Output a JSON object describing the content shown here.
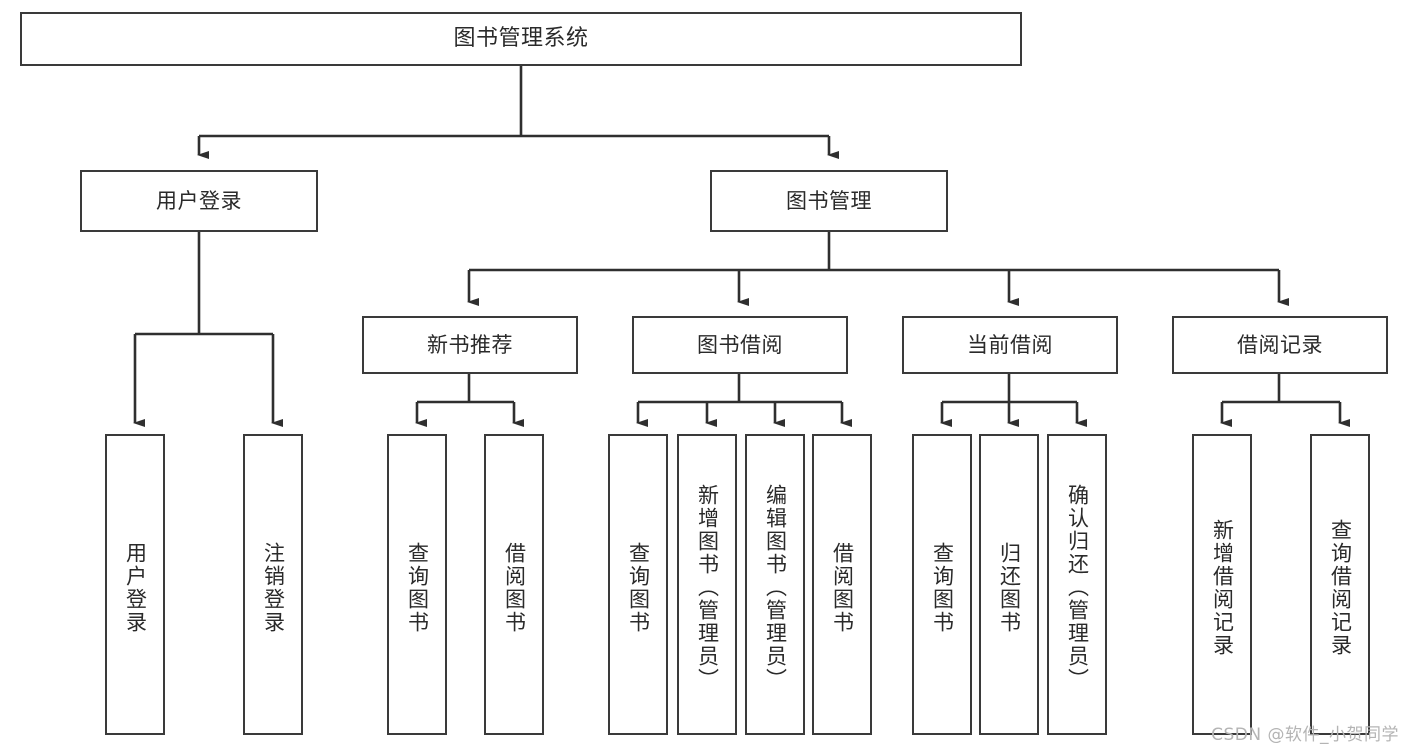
{
  "diagram": {
    "title": "图书管理系统",
    "type": "hierarchy-tree",
    "watermark": "CSDN @软件_小贺同学",
    "colors": {
      "box_border": "#3a3a3a",
      "box_fill": "#ffffff",
      "connector": "#2f2f2f",
      "text": "#2a2a2a",
      "watermark": "#b4b4b4"
    },
    "root": {
      "label": "图书管理系统"
    },
    "level2": [
      {
        "label": "用户登录"
      },
      {
        "label": "图书管理"
      }
    ],
    "level3": [
      {
        "label": "新书推荐"
      },
      {
        "label": "图书借阅"
      },
      {
        "label": "当前借阅"
      },
      {
        "label": "借阅记录"
      }
    ],
    "leaves": {
      "user_login": [
        {
          "label": "用户登录"
        },
        {
          "label": "注销登录"
        }
      ],
      "new_book_recommend": [
        {
          "label": "查询图书"
        },
        {
          "label": "借阅图书"
        }
      ],
      "book_borrow": [
        {
          "label": "查询图书"
        },
        {
          "label": "新增图书（管理员）"
        },
        {
          "label": "编辑图书（管理员）"
        },
        {
          "label": "借阅图书"
        }
      ],
      "current_borrow": [
        {
          "label": "查询图书"
        },
        {
          "label": "归还图书"
        },
        {
          "label": "确认归还（管理员）"
        }
      ],
      "borrow_record": [
        {
          "label": "新增借阅记录"
        },
        {
          "label": "查询借阅记录"
        }
      ]
    }
  }
}
